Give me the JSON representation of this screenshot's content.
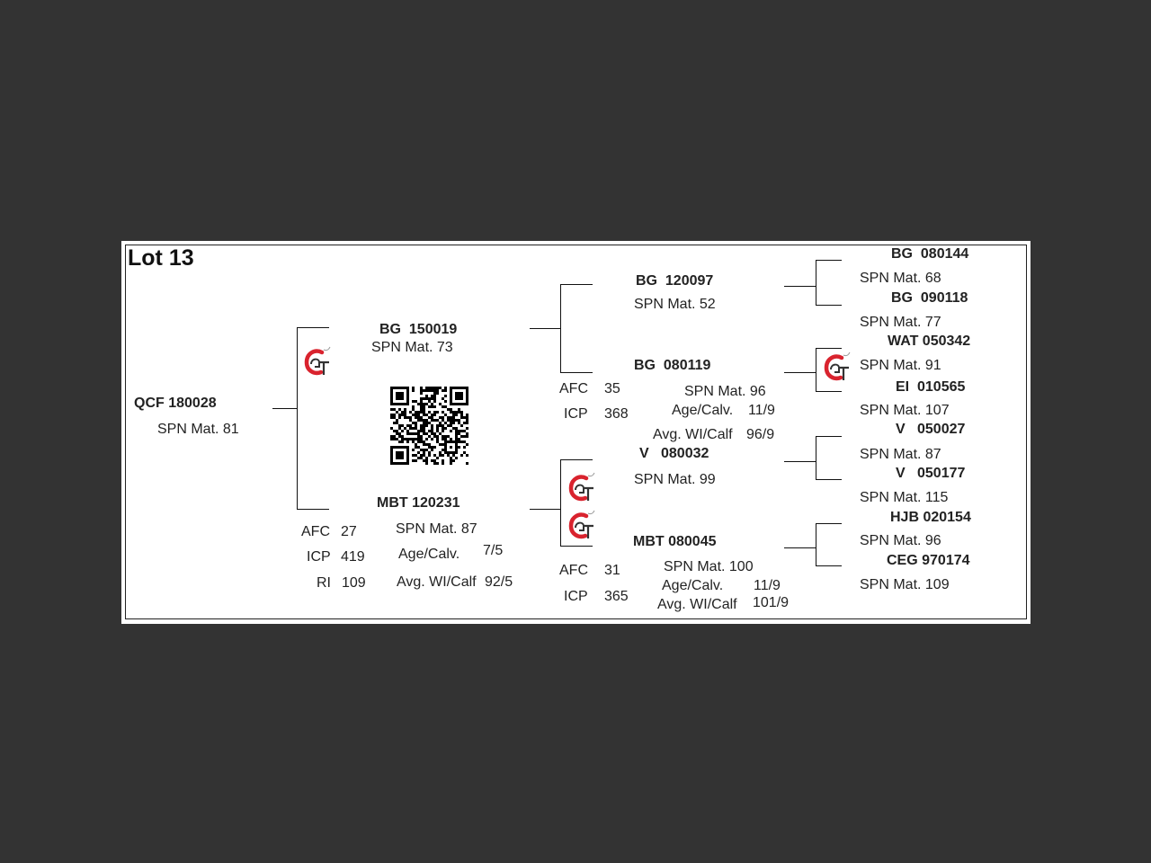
{
  "lot": {
    "title": "Lot 13"
  },
  "animal": {
    "id": "QCF 180028",
    "spn": "SPN Mat. 81"
  },
  "sire": {
    "id": "BG  150019",
    "spn": "SPN Mat. 73"
  },
  "dam": {
    "id": "MBT 120231",
    "spn": "SPN Mat. 87",
    "age_calv_label": "Age/Calv.",
    "age_calv_value": "7/5",
    "avg_wi_label": "Avg. WI/Calf",
    "avg_wi_value": "92/5",
    "afc_label": "AFC",
    "afc_value": "27",
    "icp_label": "ICP",
    "icp_value": "419",
    "ri_label": "RI",
    "ri_value": "109"
  },
  "sire_sire": {
    "id": "BG  120097",
    "spn": "SPN Mat. 52"
  },
  "sire_dam": {
    "id": "BG  080119",
    "spn": "SPN Mat. 96",
    "age_calv_label": "Age/Calv.",
    "age_calv_value": "11/9",
    "avg_wi_label": "Avg. WI/Calf",
    "avg_wi_value": "96/9",
    "afc_label": "AFC",
    "afc_value": "35",
    "icp_label": "ICP",
    "icp_value": "368"
  },
  "dam_sire": {
    "id": "V   080032",
    "spn": "SPN Mat. 99"
  },
  "dam_dam": {
    "id": "MBT 080045",
    "spn": "SPN Mat. 100",
    "age_calv_label": "Age/Calv.",
    "age_calv_value": "11/9",
    "avg_wi_label": "Avg. WI/Calf",
    "avg_wi_value": "101/9",
    "afc_label": "AFC",
    "afc_value": "31",
    "icp_label": "ICP",
    "icp_value": "365"
  },
  "ggp": [
    {
      "id": "BG  080144",
      "spn": "SPN Mat. 68"
    },
    {
      "id": "BG  090118",
      "spn": "SPN Mat. 77"
    },
    {
      "id": "WAT 050342",
      "spn": "SPN Mat. 91"
    },
    {
      "id": "EI  010565",
      "spn": "SPN Mat. 107"
    },
    {
      "id": "V   050027",
      "spn": "SPN Mat. 87"
    },
    {
      "id": "V   050177",
      "spn": "SPN Mat. 115"
    },
    {
      "id": "HJB 020154",
      "spn": "SPN Mat. 96"
    },
    {
      "id": "CEG 970174",
      "spn": "SPN Mat. 109"
    }
  ],
  "logo": {
    "icon": "gt-logo-icon",
    "red": "#d9232e",
    "dark": "#333333",
    "text": "GT"
  },
  "qr": {
    "icon": "qr-code-icon",
    "color": "#000000"
  }
}
